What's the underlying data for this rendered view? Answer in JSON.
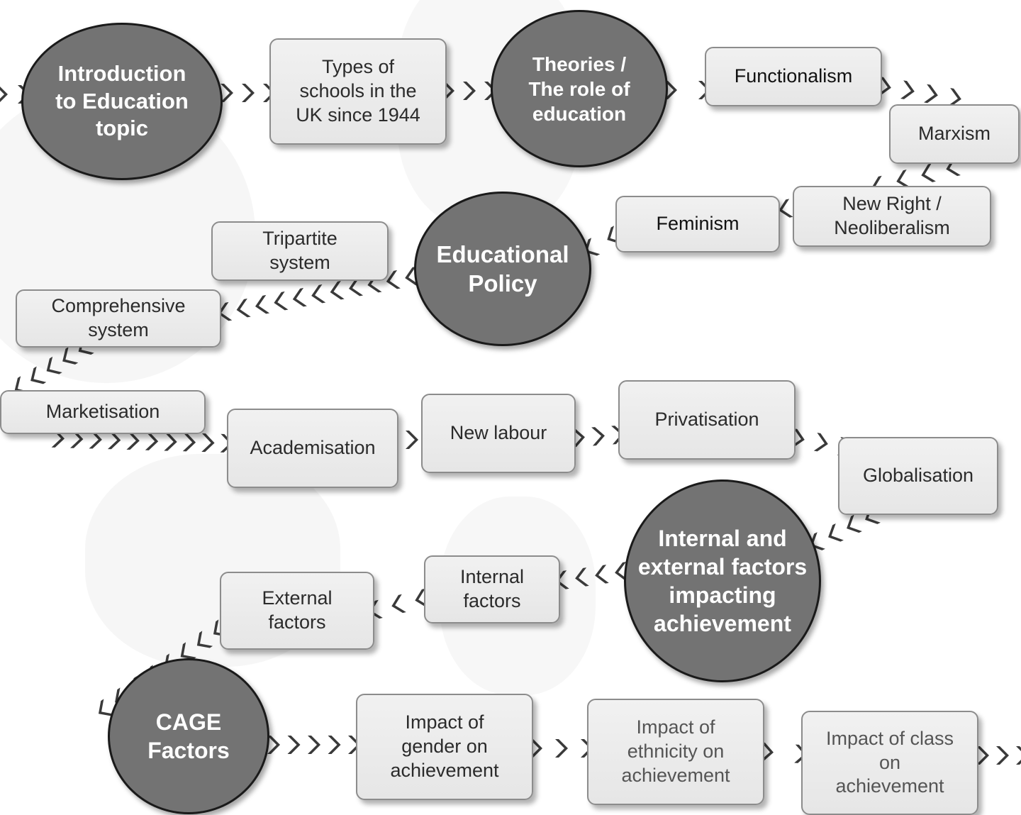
{
  "nodes": {
    "intro": "Introduction\nto Education\ntopic",
    "types": "Types of\nschools in the\nUK since 1944",
    "theories": "Theories /\nThe role of\neducation",
    "functionalism": "Functionalism",
    "marxism": "Marxism",
    "newright": "New Right /\nNeoliberalism",
    "feminism": "Feminism",
    "policy": "Educational\nPolicy",
    "tripartite": "Tripartite\nsystem",
    "comprehensive": "Comprehensive\nsystem",
    "marketisation": "Marketisation",
    "academisation": "Academisation",
    "newlabour": "New labour",
    "privatisation": "Privatisation",
    "globalisation": "Globalisation",
    "factors": "Internal and\nexternal factors\nimpacting\nachievement",
    "internal": "Internal\nfactors",
    "external": "External\nfactors",
    "cage": "CAGE\nFactors",
    "gender": "Impact of\ngender on\nachievement",
    "ethnicity": "Impact of\nethnicity on\nachievement",
    "class": "Impact of class\non\nachievement"
  },
  "colors": {
    "circle_fill": "#737373",
    "circle_border": "#1a1a1a",
    "box_fill": "#ececec",
    "box_border": "#8c8c8c",
    "chevron": "#3a3a3a"
  }
}
